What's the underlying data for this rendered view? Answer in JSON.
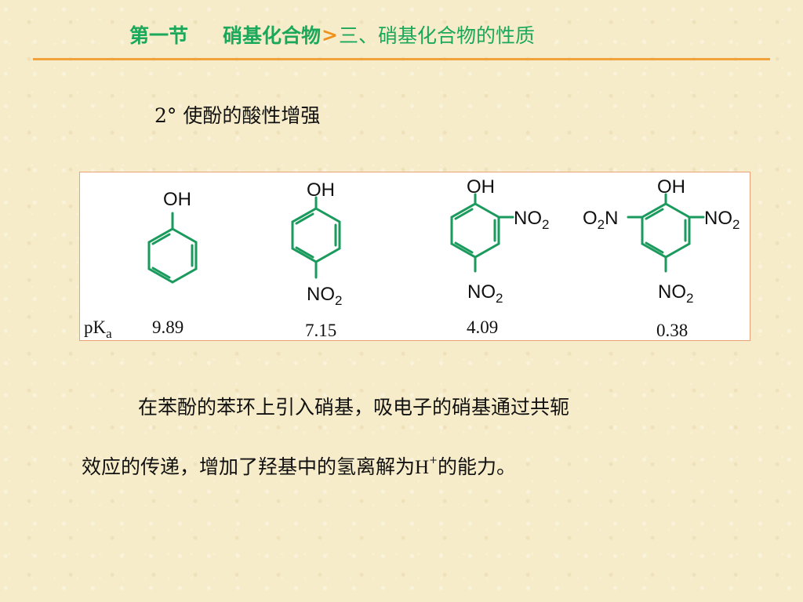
{
  "header": {
    "section": "第一节",
    "chapter": "硝基化合物",
    "arrow": ">",
    "subtopic": "三、硝基化合物的性质"
  },
  "point": "2° 使酚的酸性增强",
  "structures": {
    "pka_label": "pK",
    "pka_sub": "a",
    "oh": "OH",
    "no2": "NO",
    "o2n_prefix_o": "O",
    "o2n_suffix_n": "N",
    "sub_2": "2",
    "compounds": [
      {
        "pka": "9.89"
      },
      {
        "pka": "7.15"
      },
      {
        "pka": "4.09"
      },
      {
        "pka": "0.38"
      }
    ]
  },
  "text": {
    "para1": "在苯酚的苯环上引入硝基，吸电子的硝基通过共轭",
    "para2_a": "效应的传递，增加了羟基中的氢离解为",
    "para2_h": "H",
    "para2_sup": "+",
    "para2_b": "的能力。"
  },
  "colors": {
    "heading": "#1aa85a",
    "arrow": "#f0921a",
    "rule": "#f2a23a",
    "bond": "#1a9a5c"
  }
}
